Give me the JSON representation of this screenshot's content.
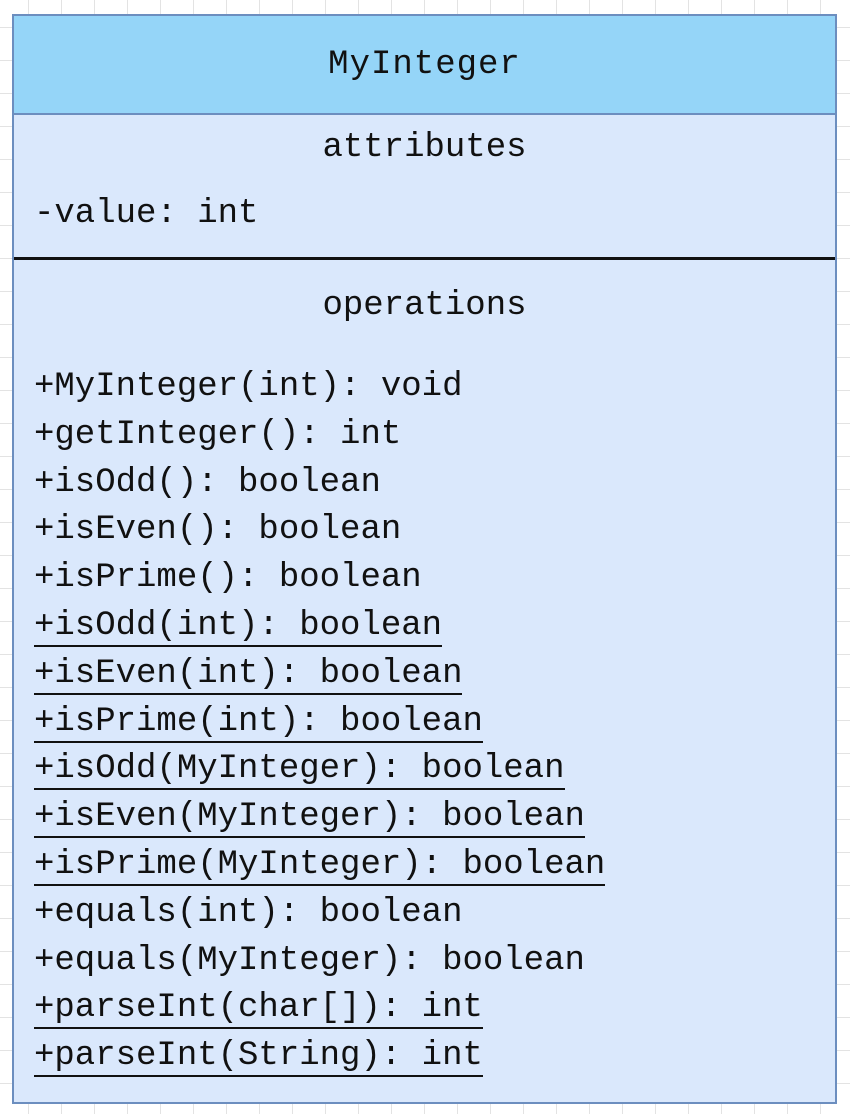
{
  "class": {
    "name": "MyInteger",
    "colors": {
      "header_fill": "#95d5f8",
      "body_fill": "#dae8fc",
      "border": "#6c8ebf",
      "divider": "#111111"
    },
    "attributes_title": "attributes",
    "attributes": [
      {
        "text": "-value: int",
        "static": false
      }
    ],
    "operations_title": "operations",
    "operations": [
      {
        "text": "+MyInteger(int): void",
        "static": false
      },
      {
        "text": "+getInteger(): int",
        "static": false
      },
      {
        "text": "+isOdd(): boolean",
        "static": false
      },
      {
        "text": "+isEven(): boolean",
        "static": false
      },
      {
        "text": "+isPrime(): boolean",
        "static": false
      },
      {
        "text": "+isOdd(int): boolean",
        "static": true
      },
      {
        "text": "+isEven(int): boolean",
        "static": true
      },
      {
        "text": "+isPrime(int): boolean",
        "static": true
      },
      {
        "text": "+isOdd(MyInteger): boolean",
        "static": true
      },
      {
        "text": "+isEven(MyInteger): boolean",
        "static": true
      },
      {
        "text": "+isPrime(MyInteger): boolean",
        "static": true
      },
      {
        "text": "+equals(int): boolean",
        "static": false
      },
      {
        "text": "+equals(MyInteger): boolean",
        "static": false
      },
      {
        "text": "+parseInt(char[]): int",
        "static": true
      },
      {
        "text": "+parseInt(String): int",
        "static": true
      }
    ]
  }
}
